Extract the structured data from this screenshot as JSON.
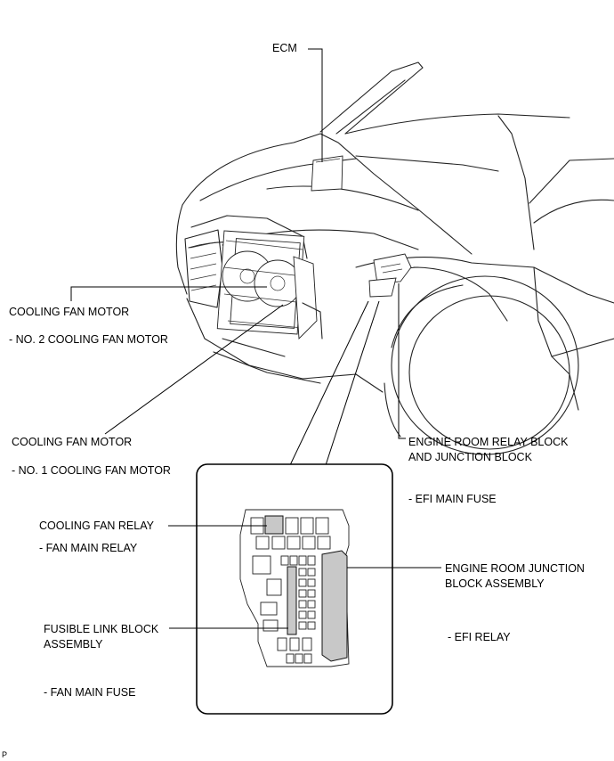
{
  "labels": {
    "ecm": "ECM",
    "cooling_fan_motor_2": "COOLING FAN MOTOR",
    "cooling_fan_motor_2_sub": "- NO. 2 COOLING FAN MOTOR",
    "cooling_fan_motor_1": "COOLING FAN MOTOR",
    "cooling_fan_motor_1_sub": "- NO. 1 COOLING FAN MOTOR",
    "engine_room_relay_block_l1": "ENGINE ROOM RELAY BLOCK",
    "engine_room_relay_block_l2": "AND JUNCTION BLOCK",
    "efi_main_fuse": "- EFI MAIN FUSE",
    "cooling_fan_relay": "COOLING FAN RELAY",
    "fan_main_relay": "- FAN MAIN RELAY",
    "engine_room_jb_l1": "ENGINE ROOM JUNCTION",
    "engine_room_jb_l2": "BLOCK ASSEMBLY",
    "efi_relay": "- EFI RELAY",
    "fusible_link_l1": "FUSIBLE LINK BLOCK",
    "fusible_link_l2": "ASSEMBLY",
    "fan_main_fuse": "- FAN MAIN FUSE",
    "corner_code": "P"
  }
}
